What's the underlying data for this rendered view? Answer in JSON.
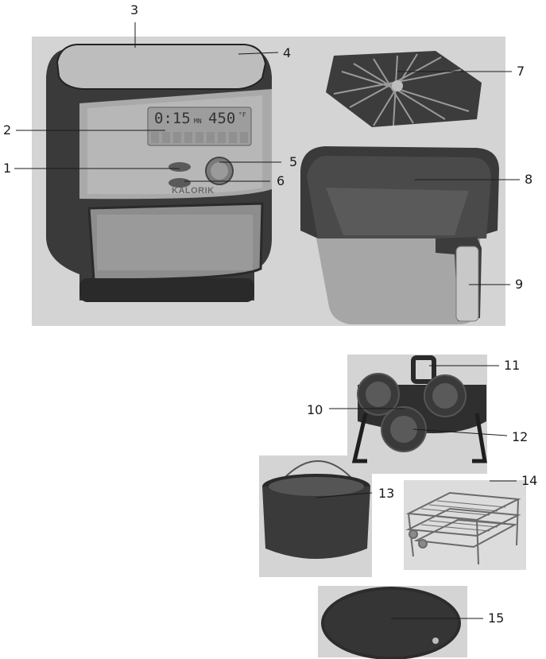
{
  "brand_label": "KALORIK",
  "display": {
    "time": "0:15",
    "time_unit": "MN",
    "temperature": "450",
    "temp_unit": "°F"
  },
  "callouts": [
    "1",
    "2",
    "3",
    "4",
    "5",
    "6",
    "7",
    "8",
    "9",
    "10",
    "11",
    "12",
    "13",
    "14",
    "15"
  ]
}
